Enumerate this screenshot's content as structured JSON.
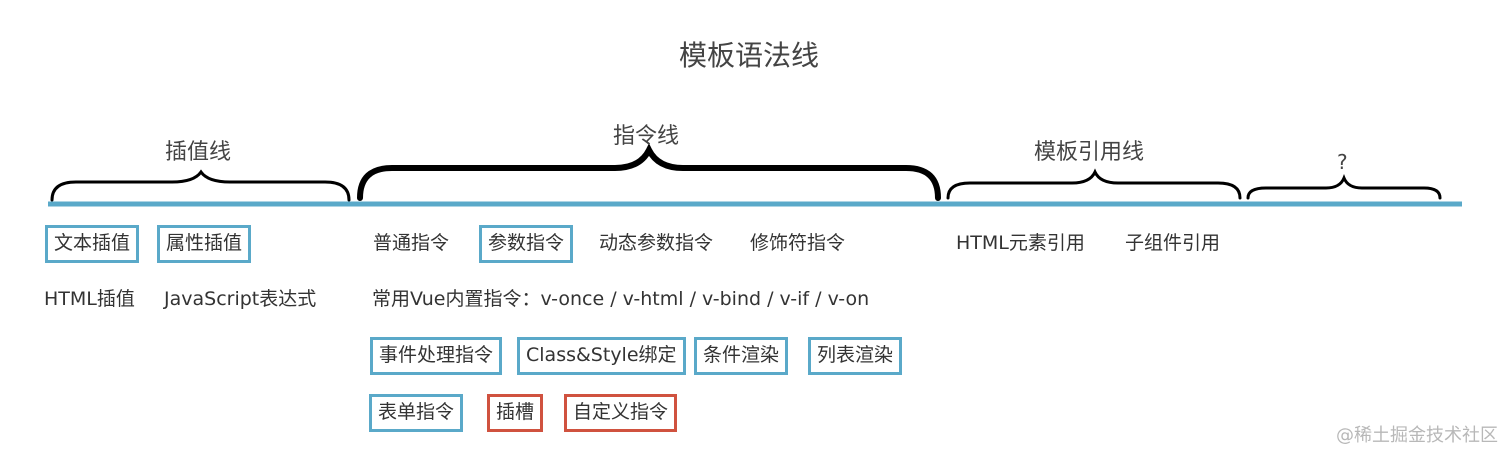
{
  "title": "模板语法线",
  "groups": {
    "interpolation": {
      "label": "插值线"
    },
    "directive": {
      "label": "指令线"
    },
    "template_ref": {
      "label": "模板引用线"
    },
    "unknown": {
      "label": "?"
    }
  },
  "interpolation_items": {
    "text": "文本插值",
    "attr": "属性插值",
    "html": "HTML插值",
    "js": "JavaScript表达式"
  },
  "directive_items": {
    "normal": "普通指令",
    "param": "参数指令",
    "dynamic": "动态参数指令",
    "modifier": "修饰符指令",
    "builtin": "常用Vue内置指令：v-once / v-html / v-bind / v-if / v-on",
    "event": "事件处理指令",
    "class_style": "Class&Style绑定",
    "conditional": "条件渲染",
    "list": "列表渲染",
    "form": "表单指令",
    "slot": "插槽",
    "custom": "自定义指令"
  },
  "template_ref_items": {
    "html_el": "HTML元素引用",
    "child": "子组件引用"
  },
  "watermark": "@稀土掘金技术社区",
  "colors": {
    "axis": "#5aa9c9",
    "box_blue": "#5aa9c9",
    "box_red": "#d0523f",
    "brace": "#000000"
  }
}
